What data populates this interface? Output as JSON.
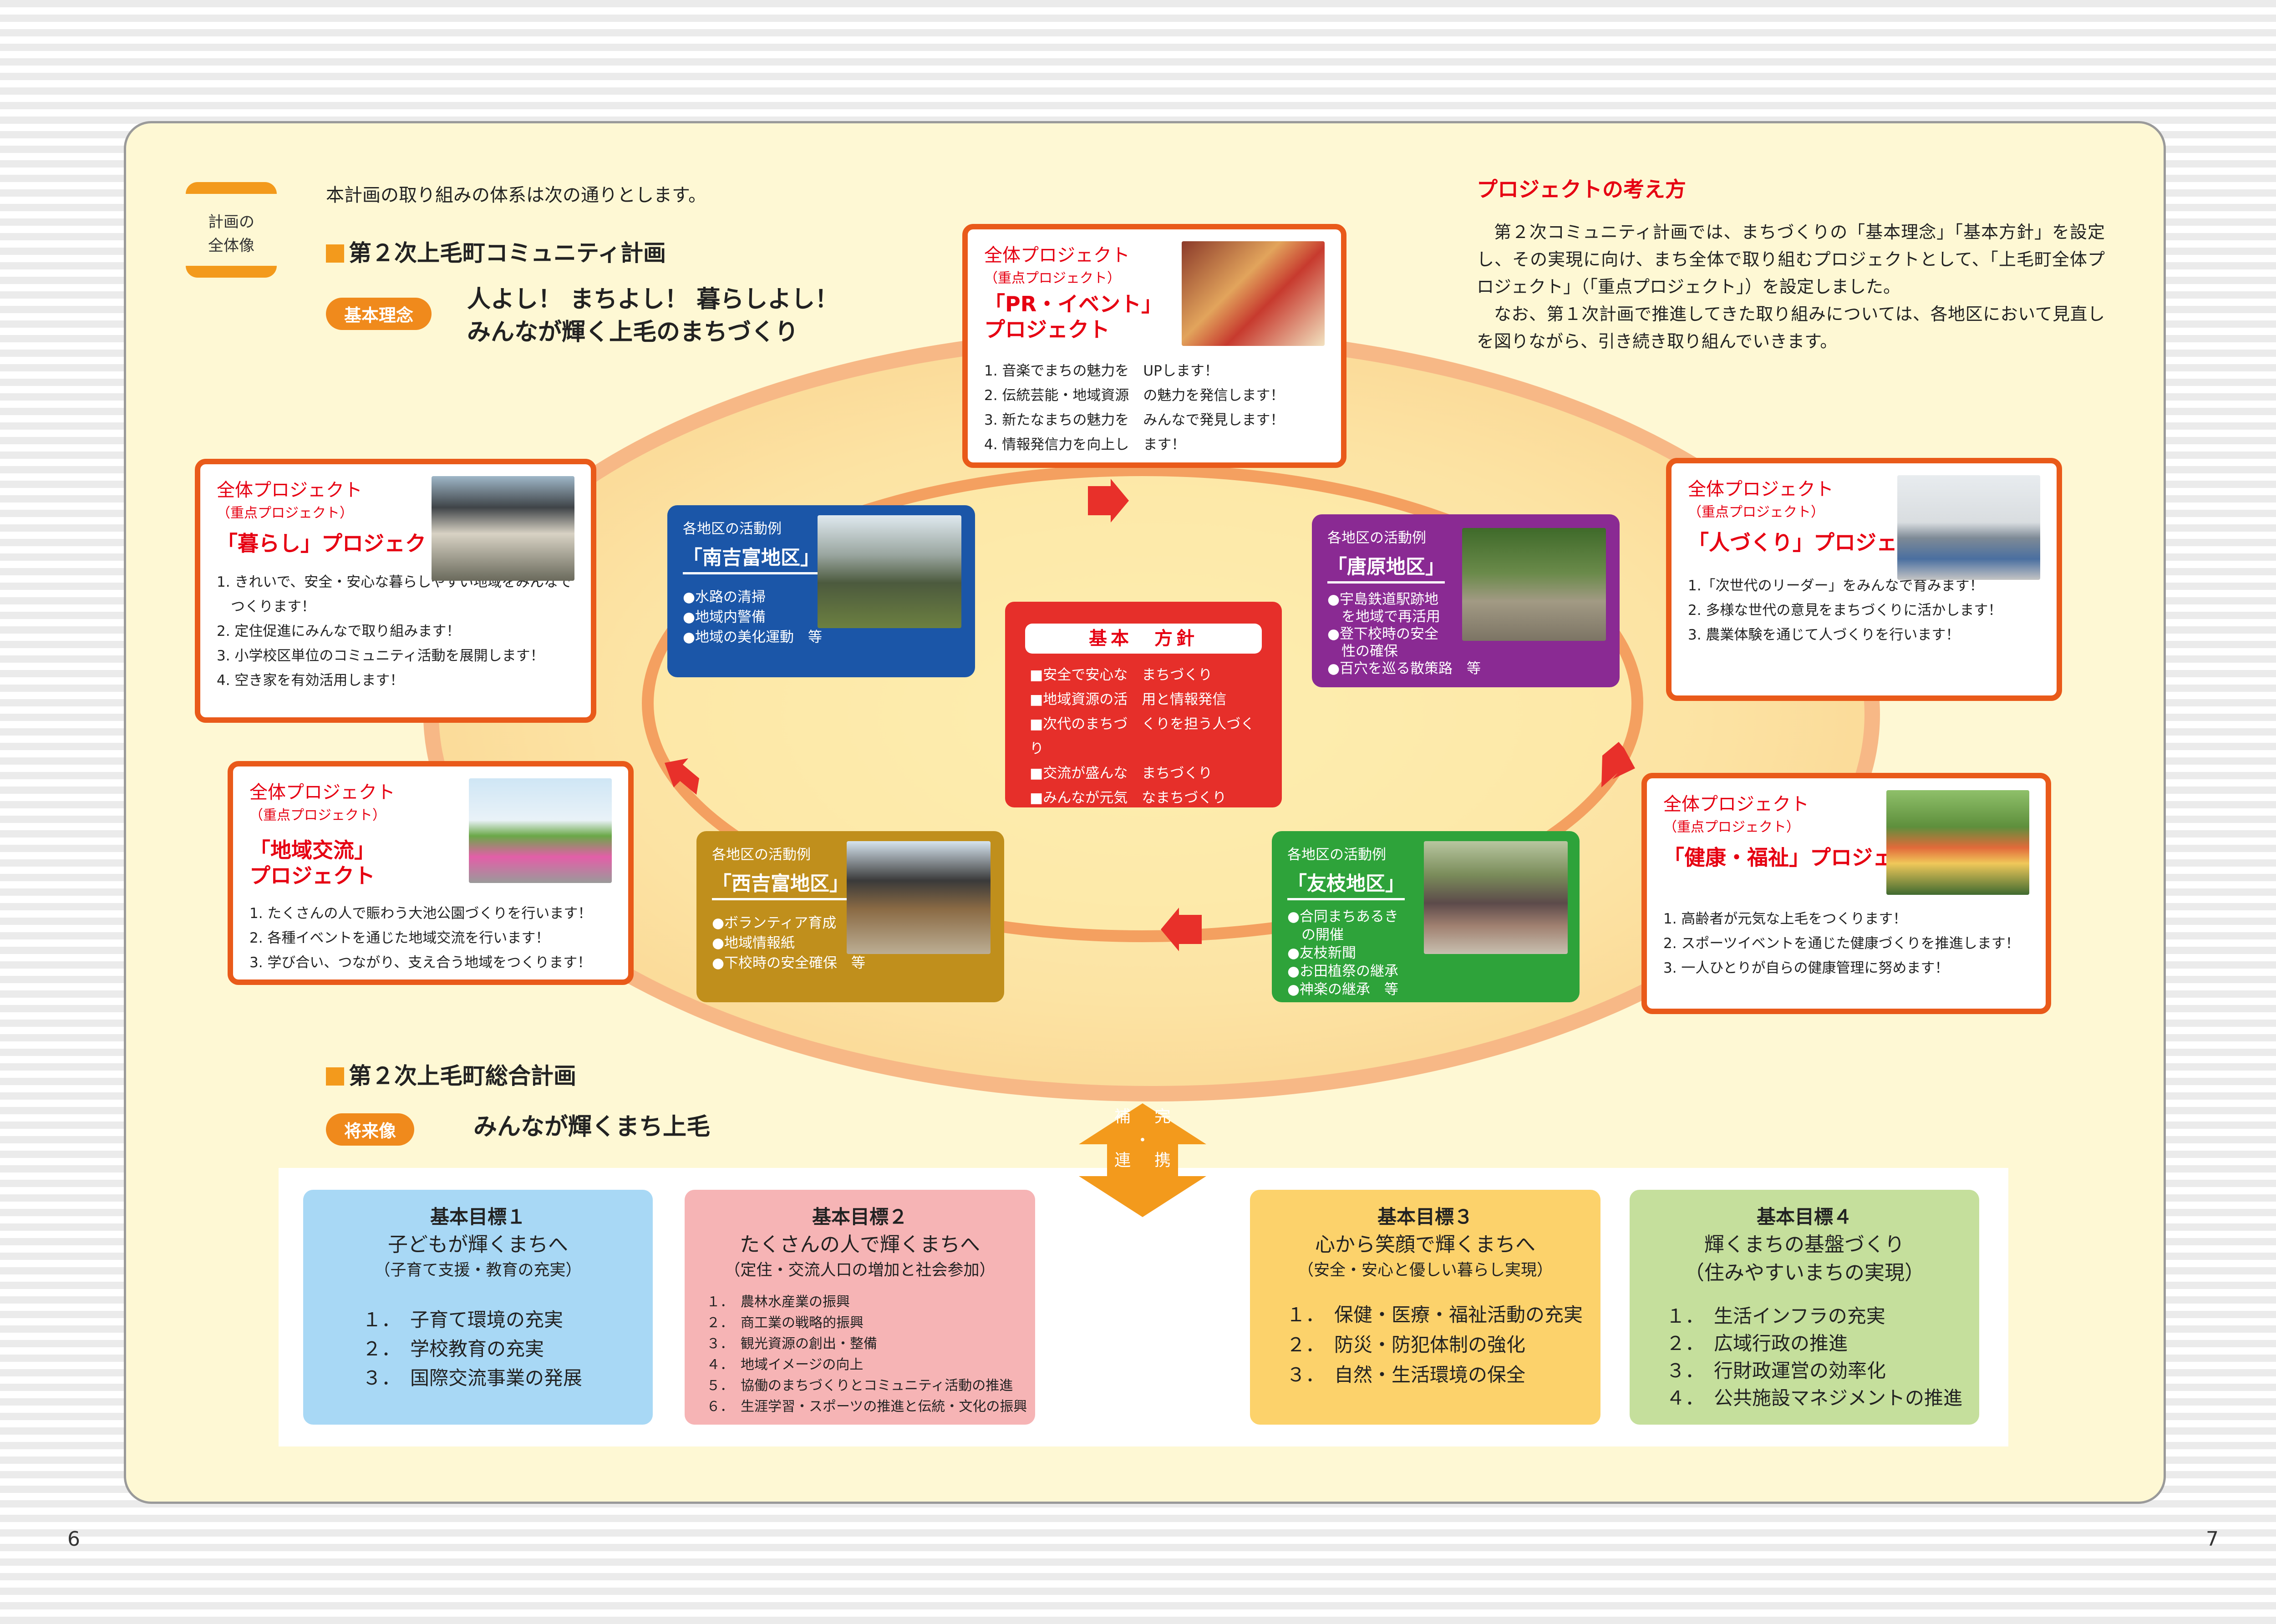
{
  "page_numbers": {
    "left": "6",
    "right": "7"
  },
  "overview": {
    "label_line1": "計画の",
    "label_line2": "全体像",
    "intro": "本計画の取り組みの体系は次の通りとします。"
  },
  "community_plan": {
    "title": "第２次上毛町コミュニティ計画",
    "pill": "基本理念",
    "vision_line1": "人よし！ まちよし！ 暮らしよし！",
    "vision_line2": "みんなが輝く上毛のまちづくり"
  },
  "philosophy": {
    "title": "プロジェクトの考え方",
    "para1": "第２次コミュニティ計画では、まちづくりの「基本理念」「基本方針」を設定し、その実現に向け、まち全体で取り組むプロジェクトとして、「上毛町全体プロジェクト」（「重点プロジェクト」）を設定しました。",
    "para2": "なお、第１次計画で推進してきた取り組みについては、各地区において見直しを図りながら、引き続き取り組んでいきます。"
  },
  "projects": {
    "pr": {
      "label": "全体プロジェクト",
      "sub": "（重点プロジェクト）",
      "name_line1": "「PR・イベント」",
      "name_line2": "プロジェクト",
      "items": [
        "1. 音楽でまちの魅力を　UPします！",
        "2. 伝統芸能・地域資源　の魅力を発信します！",
        "3. 新たなまちの魅力を　みんなで発見します！",
        "4. 情報発信力を向上し　ます！"
      ]
    },
    "kurashi": {
      "label": "全体プロジェクト",
      "sub": "（重点プロジェクト）",
      "name_line1": "「暮らし」プロジェクト",
      "items": [
        "1. きれいで、安全・安心な暮らしやすい地域をみんなで",
        "　つくります！",
        "2. 定住促進にみんなで取り組みます！",
        "3. 小学校区単位のコミュニティ活動を展開します！",
        "4. 空き家を有効活用します！"
      ]
    },
    "hito": {
      "label": "全体プロジェクト",
      "sub": "（重点プロジェクト）",
      "name_line1": "「人づくり」プロジェクト",
      "items": [
        "1.「次世代のリーダー」をみんなで育みます！",
        "2. 多様な世代の意見をまちづくりに活かします！",
        "3. 農業体験を通じて人づくりを行います！"
      ]
    },
    "chiiki": {
      "label": "全体プロジェクト",
      "sub": "（重点プロジェクト）",
      "name_line1": "「地域交流」",
      "name_line2": "プロジェクト",
      "items": [
        "1. たくさんの人で賑わう大池公園づくりを行います！",
        "2. 各種イベントを通じた地域交流を行います！",
        "3. 学び合い、つながり、支え合う地域をつくります！"
      ]
    },
    "kenko": {
      "label": "全体プロジェクト",
      "sub": "（重点プロジェクト）",
      "name_line1": "「健康・福祉」プロジェクト",
      "items": [
        "1. 高齢者が元気な上毛をつくります！",
        "2. スポーツイベントを通じた健康づくりを推進します！",
        "3. 一人ひとりが自らの健康管理に努めます！"
      ]
    }
  },
  "districts": {
    "minami": {
      "label": "各地区の活動例",
      "name": "「南吉富地区」",
      "items": [
        "●水路の清掃",
        "●地域内警備",
        "●地域の美化運動　等"
      ],
      "color": "#1b56a8"
    },
    "karahara": {
      "label": "各地区の活動例",
      "name": "「唐原地区」",
      "items": [
        "●宇島鉄道駅跡地",
        "　を地域で再活用",
        "●登下校時の安全",
        "　性の確保",
        "●百穴を巡る散策路　等"
      ],
      "color": "#8a2a93"
    },
    "nishi": {
      "label": "各地区の活動例",
      "name": "「西吉富地区」",
      "items": [
        "●ボランティア育成",
        "●地域情報紙",
        "●下校時の安全確保　等"
      ],
      "color": "#c08f1c"
    },
    "tomoeda": {
      "label": "各地区の活動例",
      "name": "「友枝地区」",
      "items": [
        "●合同まちあるき",
        "　の開催",
        "●友枝新聞",
        "●お田植祭の継承",
        "●神楽の継承　等"
      ],
      "color": "#2ea33a"
    }
  },
  "policy": {
    "title": "基本　方針",
    "items": [
      "■安全で安心な　まちづくり",
      "■地域資源の活　用と情報発信",
      "■次代のまちづ　くりを担う人づくり",
      "■交流が盛んな　まちづくり",
      "■みんなが元気　なまちづくり"
    ]
  },
  "general_plan": {
    "title": "第２次上毛町総合計画",
    "pill": "将来像",
    "vision": "みんなが輝くまち上毛"
  },
  "connector": {
    "left_top": "補",
    "right_top": "完",
    "dot": "・",
    "left_bottom": "連",
    "right_bottom": "携"
  },
  "goals": [
    {
      "title": "基本目標１",
      "name": "子どもが輝くまちへ",
      "sub": "（子育て支援・教育の充実）",
      "items": [
        "１．　子育て環境の充実",
        "２．　学校教育の充実",
        "３．　国際交流事業の発展"
      ],
      "color": "#a8d8f5"
    },
    {
      "title": "基本目標２",
      "name": "たくさんの人で輝くまちへ",
      "sub": "（定住・交流人口の増加と社会参加）",
      "items": [
        "１．　農林水産業の振興",
        "２．　商工業の戦略的振興",
        "３．　観光資源の創出・整備",
        "４．　地域イメージの向上",
        "５．　協働のまちづくりとコミュニティ活動の推進",
        "６．　生涯学習・スポーツの推進と伝統・文化の振興"
      ],
      "color": "#f6b4b5"
    },
    {
      "title": "基本目標３",
      "name": "心から笑顔で輝くまちへ",
      "sub": "（安全・安心と優しい暮らし実現）",
      "items": [
        "１．　保健・医療・福祉活動の充実",
        "２．　防災・防犯体制の強化",
        "３．　自然・生活環境の保全"
      ],
      "color": "#fcd26b"
    },
    {
      "title": "基本目標４",
      "name": "輝くまちの基盤づくり",
      "sub": "（住みやすいまちの実現）",
      "items": [
        "１．　生活インフラの充実",
        "２．　広域行政の推進",
        "３．　行財政運営の効率化",
        "４．　公共施設マネジメントの推進"
      ],
      "color": "#c5df9c"
    }
  ],
  "colors": {
    "accent_orange": "#f39a1c",
    "project_border": "#e95a1a",
    "policy_red": "#e62f2a",
    "arrow_red": "#e8302a",
    "connector_orange": "#f39a1c"
  }
}
